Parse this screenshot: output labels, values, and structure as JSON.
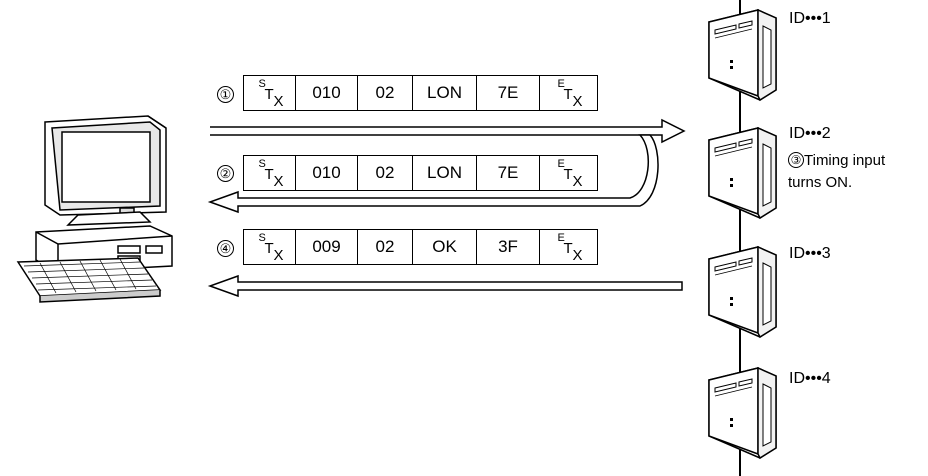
{
  "frames": [
    {
      "step": "①",
      "control_start": {
        "sup": "S",
        "main": "T",
        "sub": "X"
      },
      "fields": [
        "010",
        "02",
        "LON",
        "7E"
      ],
      "control_end": {
        "sup": "E",
        "main": "T",
        "sub": "X"
      }
    },
    {
      "step": "②",
      "control_start": {
        "sup": "S",
        "main": "T",
        "sub": "X"
      },
      "fields": [
        "010",
        "02",
        "LON",
        "7E"
      ],
      "control_end": {
        "sup": "E",
        "main": "T",
        "sub": "X"
      }
    },
    {
      "step": "④",
      "control_start": {
        "sup": "S",
        "main": "T",
        "sub": "X"
      },
      "fields": [
        "009",
        "02",
        "OK",
        "3F"
      ],
      "control_end": {
        "sup": "E",
        "main": "T",
        "sub": "X"
      }
    }
  ],
  "devices": [
    {
      "label": "ID•••1"
    },
    {
      "label": "ID•••2"
    },
    {
      "label": "ID•••3"
    },
    {
      "label": "ID•••4"
    }
  ],
  "note": {
    "step": "③",
    "line1": "Timing input",
    "line2": "turns ON."
  },
  "icons": {
    "host": "computer-icon",
    "device": "id-controller-icon"
  }
}
